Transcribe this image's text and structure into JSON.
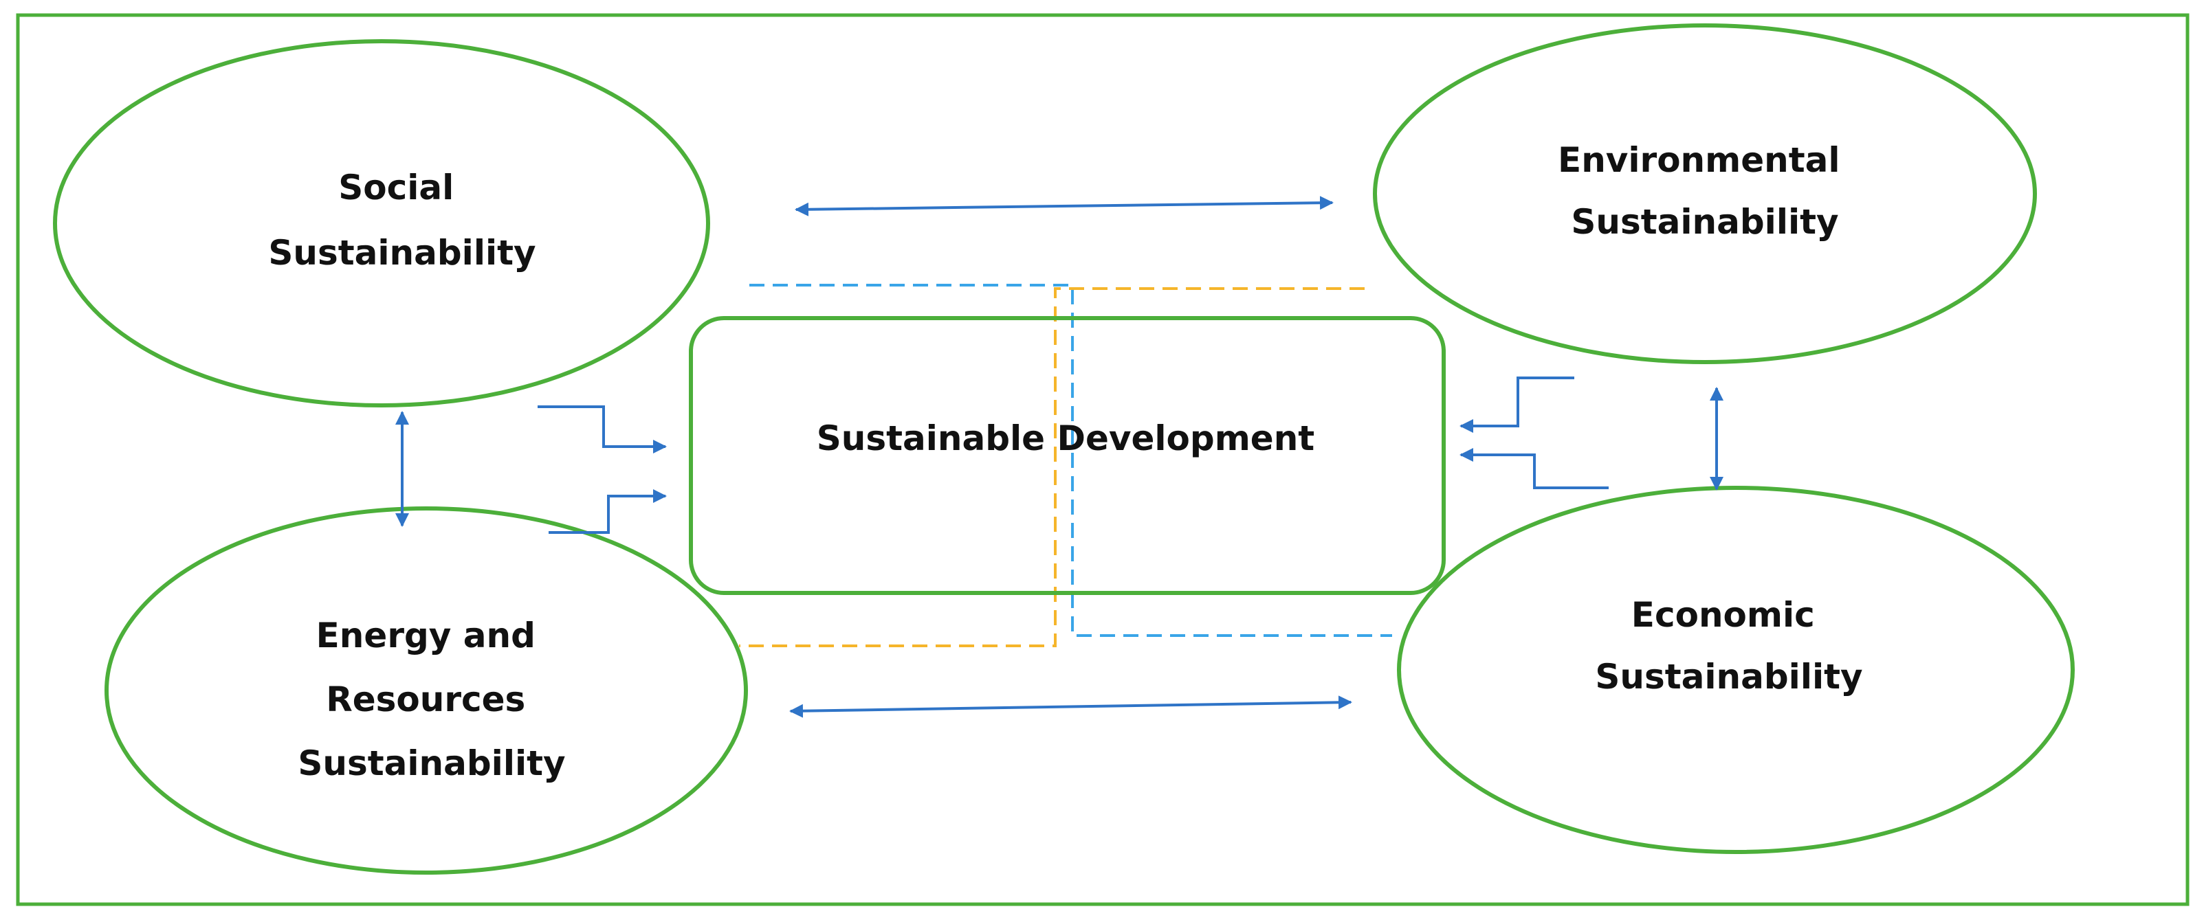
{
  "colors": {
    "border": "#4CAF3A",
    "arrow": "#2F74C7",
    "dash_blue": "#3AA5E8",
    "dash_orange": "#F5B52B",
    "text": "#111111",
    "background": "#FFFFFF"
  },
  "nodes": {
    "social": {
      "lines": [
        "Social",
        "Sustainability"
      ]
    },
    "environmental": {
      "lines": [
        "Environmental",
        "Sustainability"
      ]
    },
    "center": {
      "lines": [
        "Sustainable Development"
      ]
    },
    "energy": {
      "lines": [
        "Energy and",
        "Resources",
        "Sustainability"
      ]
    },
    "economic": {
      "lines": [
        "Economic",
        "Sustainability"
      ]
    }
  }
}
